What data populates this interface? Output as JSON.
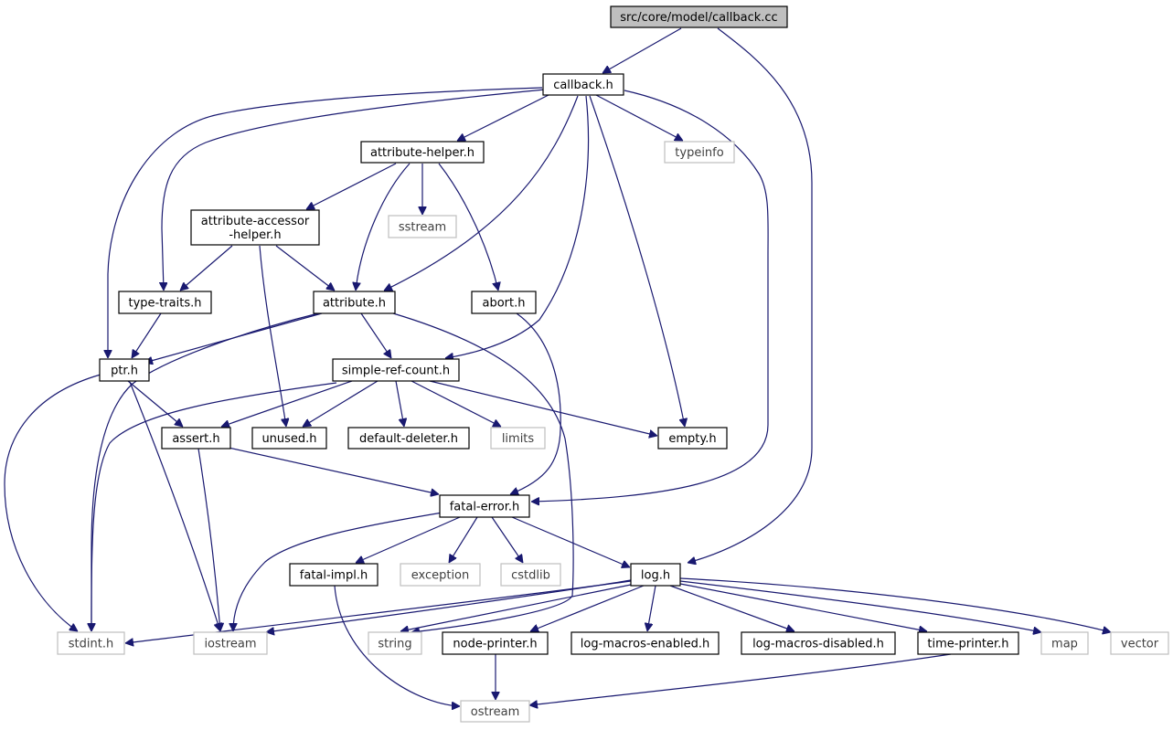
{
  "graph": {
    "title": "src/core/model/callback.cc",
    "colors": {
      "edge": "#191970",
      "file_border": "#000000",
      "system_border": "#bfbfbf",
      "system_text": "#3f3f3f",
      "root_fill": "#bfbfbf",
      "node_fill": "#ffffff"
    },
    "nodes": [
      {
        "id": "root",
        "label": "src/core/model/callback.cc",
        "kind": "root"
      },
      {
        "id": "callback",
        "label": "callback.h",
        "kind": "file"
      },
      {
        "id": "attribute-helper",
        "label": "attribute-helper.h",
        "kind": "file"
      },
      {
        "id": "typeinfo",
        "label": "typeinfo",
        "kind": "system"
      },
      {
        "id": "attribute-accessor",
        "label": "attribute-accessor\n-helper.h",
        "kind": "file"
      },
      {
        "id": "sstream",
        "label": "sstream",
        "kind": "system"
      },
      {
        "id": "type-traits",
        "label": "type-traits.h",
        "kind": "file"
      },
      {
        "id": "attribute",
        "label": "attribute.h",
        "kind": "file"
      },
      {
        "id": "abort",
        "label": "abort.h",
        "kind": "file"
      },
      {
        "id": "ptr",
        "label": "ptr.h",
        "kind": "file"
      },
      {
        "id": "simple-ref-count",
        "label": "simple-ref-count.h",
        "kind": "file"
      },
      {
        "id": "assert",
        "label": "assert.h",
        "kind": "file"
      },
      {
        "id": "unused",
        "label": "unused.h",
        "kind": "file"
      },
      {
        "id": "default-deleter",
        "label": "default-deleter.h",
        "kind": "file"
      },
      {
        "id": "limits",
        "label": "limits",
        "kind": "system"
      },
      {
        "id": "empty",
        "label": "empty.h",
        "kind": "file"
      },
      {
        "id": "fatal-error",
        "label": "fatal-error.h",
        "kind": "file"
      },
      {
        "id": "fatal-impl",
        "label": "fatal-impl.h",
        "kind": "file"
      },
      {
        "id": "exception",
        "label": "exception",
        "kind": "system"
      },
      {
        "id": "cstdlib",
        "label": "cstdlib",
        "kind": "system"
      },
      {
        "id": "log",
        "label": "log.h",
        "kind": "file"
      },
      {
        "id": "stdint",
        "label": "stdint.h",
        "kind": "system"
      },
      {
        "id": "iostream",
        "label": "iostream",
        "kind": "system"
      },
      {
        "id": "string",
        "label": "string",
        "kind": "system"
      },
      {
        "id": "node-printer",
        "label": "node-printer.h",
        "kind": "file"
      },
      {
        "id": "log-macros-enabled",
        "label": "log-macros-enabled.h",
        "kind": "file"
      },
      {
        "id": "log-macros-disabled",
        "label": "log-macros-disabled.h",
        "kind": "file"
      },
      {
        "id": "time-printer",
        "label": "time-printer.h",
        "kind": "file"
      },
      {
        "id": "map",
        "label": "map",
        "kind": "system"
      },
      {
        "id": "vector",
        "label": "vector",
        "kind": "system"
      },
      {
        "id": "ostream",
        "label": "ostream",
        "kind": "system"
      }
    ],
    "edges": [
      [
        "root",
        "callback"
      ],
      [
        "root",
        "log"
      ],
      [
        "callback",
        "attribute-helper"
      ],
      [
        "callback",
        "typeinfo"
      ],
      [
        "callback",
        "type-traits"
      ],
      [
        "callback",
        "attribute"
      ],
      [
        "callback",
        "ptr"
      ],
      [
        "callback",
        "simple-ref-count"
      ],
      [
        "callback",
        "empty"
      ],
      [
        "callback",
        "fatal-error"
      ],
      [
        "attribute-helper",
        "attribute-accessor"
      ],
      [
        "attribute-helper",
        "sstream"
      ],
      [
        "attribute-helper",
        "attribute"
      ],
      [
        "attribute-helper",
        "abort"
      ],
      [
        "attribute-accessor",
        "type-traits"
      ],
      [
        "attribute-accessor",
        "attribute"
      ],
      [
        "attribute-accessor",
        "unused"
      ],
      [
        "type-traits",
        "ptr"
      ],
      [
        "attribute",
        "ptr"
      ],
      [
        "attribute",
        "simple-ref-count"
      ],
      [
        "attribute",
        "stdint"
      ],
      [
        "attribute",
        "string"
      ],
      [
        "abort",
        "fatal-error"
      ],
      [
        "ptr",
        "assert"
      ],
      [
        "ptr",
        "stdint"
      ],
      [
        "ptr",
        "iostream"
      ],
      [
        "simple-ref-count",
        "assert"
      ],
      [
        "simple-ref-count",
        "unused"
      ],
      [
        "simple-ref-count",
        "default-deleter"
      ],
      [
        "simple-ref-count",
        "limits"
      ],
      [
        "simple-ref-count",
        "empty"
      ],
      [
        "simple-ref-count",
        "stdint"
      ],
      [
        "assert",
        "fatal-error"
      ],
      [
        "assert",
        "iostream"
      ],
      [
        "fatal-error",
        "fatal-impl"
      ],
      [
        "fatal-error",
        "exception"
      ],
      [
        "fatal-error",
        "cstdlib"
      ],
      [
        "fatal-error",
        "log"
      ],
      [
        "fatal-error",
        "iostream"
      ],
      [
        "fatal-impl",
        "ostream"
      ],
      [
        "log",
        "stdint"
      ],
      [
        "log",
        "iostream"
      ],
      [
        "log",
        "string"
      ],
      [
        "log",
        "node-printer"
      ],
      [
        "log",
        "log-macros-enabled"
      ],
      [
        "log",
        "log-macros-disabled"
      ],
      [
        "log",
        "time-printer"
      ],
      [
        "log",
        "map"
      ],
      [
        "log",
        "vector"
      ],
      [
        "node-printer",
        "ostream"
      ],
      [
        "time-printer",
        "ostream"
      ]
    ]
  }
}
